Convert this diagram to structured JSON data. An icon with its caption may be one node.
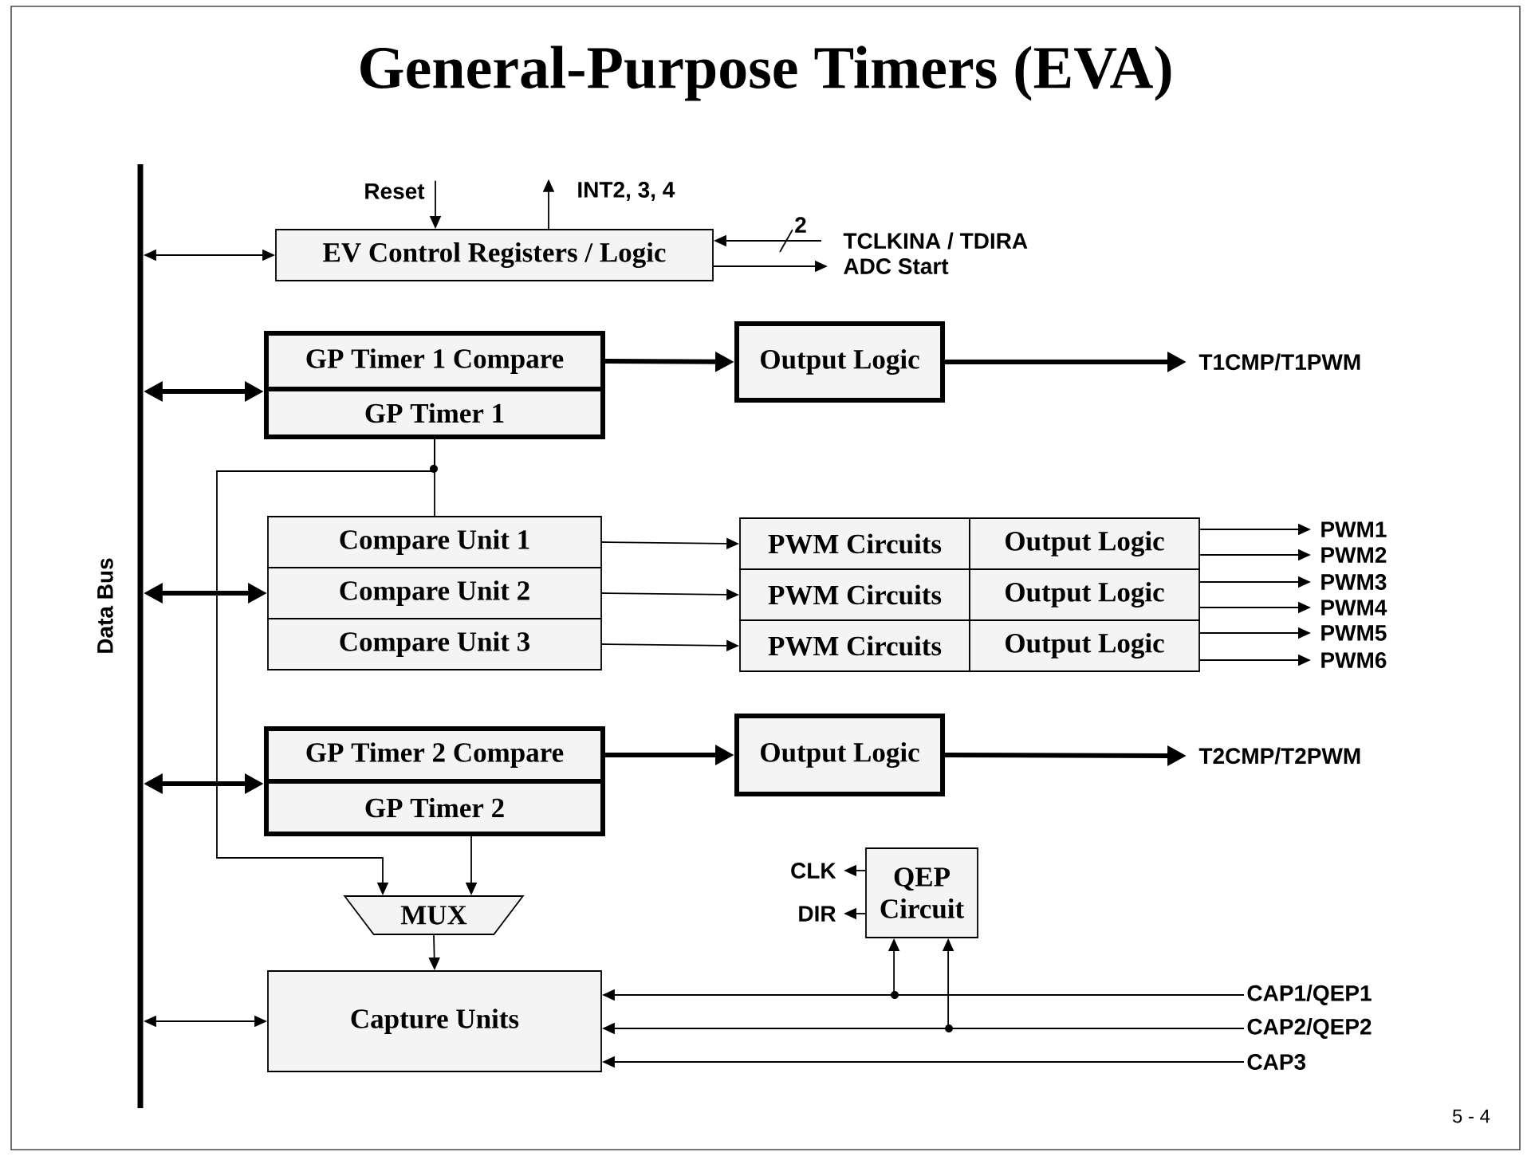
{
  "diagram": {
    "title": "General-Purpose Timers (EVA)",
    "nodes": [
      {
        "text": [
          "Data Bus"
        ]
      },
      {
        "text": [
          "EV Control Registers / Logic"
        ]
      },
      {
        "text": [
          "GP Timer 1 Compare"
        ]
      },
      {
        "text": [
          "GP Timer 1"
        ]
      },
      {
        "text": [
          "Output Logic"
        ]
      },
      {
        "text": [
          "T1CMP/T1PWM"
        ]
      },
      {
        "text": [
          "Compare Unit 1"
        ]
      },
      {
        "text": [
          "Compare Unit 2"
        ]
      },
      {
        "text": [
          "Compare Unit 3"
        ]
      },
      {
        "text": [
          "PWM Circuits"
        ]
      },
      {
        "text": [
          "Output Logic"
        ]
      },
      {
        "text": [
          "PWM Circuits"
        ]
      },
      {
        "text": [
          "Output Logic"
        ]
      },
      {
        "text": [
          "PWM Circuits"
        ]
      },
      {
        "text": [
          "Output Logic"
        ]
      },
      {
        "text": [
          "PWM1"
        ]
      },
      {
        "text": [
          "PWM2"
        ]
      },
      {
        "text": [
          "PWM3"
        ]
      },
      {
        "text": [
          "PWM4"
        ]
      },
      {
        "text": [
          "PWM5"
        ]
      },
      {
        "text": [
          "PWM6"
        ]
      },
      {
        "text": [
          "GP Timer 2 Compare"
        ]
      },
      {
        "text": [
          "GP Timer 2"
        ]
      },
      {
        "text": [
          "Output Logic"
        ]
      },
      {
        "text": [
          "T2CMP/T2PWM"
        ]
      },
      {
        "text": [
          "MUX"
        ]
      },
      {
        "text": [
          "Capture Units"
        ]
      },
      {
        "text": [
          "QEP Circuit"
        ]
      },
      {
        "text": [
          "CLK"
        ]
      },
      {
        "text": [
          "DIR"
        ]
      },
      {
        "text": [
          "CAP1/QEP1"
        ]
      },
      {
        "text": [
          "CAP2/QEP2"
        ]
      },
      {
        "text": [
          "CAP3"
        ]
      },
      {
        "text": [
          "Reset"
        ]
      },
      {
        "text": [
          "INT2, 3, 4"
        ]
      },
      {
        "text": [
          "TCLKINA / TDIRA"
        ]
      },
      {
        "text": [
          "ADC Start"
        ]
      }
    ],
    "edges": [
      {
        "from": 0,
        "to": 1,
        "arrow": "both"
      },
      {
        "from": 0,
        "to": 2,
        "arrow": "both",
        "style": "thick"
      },
      {
        "from": 0,
        "to": 7,
        "arrow": "both",
        "style": "thick"
      },
      {
        "from": 0,
        "to": 21,
        "arrow": "both",
        "style": "thick"
      },
      {
        "from": 0,
        "to": 26,
        "arrow": "both"
      },
      {
        "from": 33,
        "to": 1,
        "arrow": "to"
      },
      {
        "from": 1,
        "to": 34,
        "arrow": "to"
      },
      {
        "from": 35,
        "to": 1,
        "arrow": "to",
        "label": "2"
      },
      {
        "from": 1,
        "to": 36,
        "arrow": "to"
      },
      {
        "from": 2,
        "to": 4,
        "arrow": "to",
        "style": "thick"
      },
      {
        "from": 4,
        "to": 5,
        "arrow": "to",
        "style": "thick"
      },
      {
        "from": 3,
        "to": 6,
        "arrow": "none"
      },
      {
        "from": 3,
        "to": 25,
        "arrow": "to"
      },
      {
        "from": 6,
        "to": 9,
        "arrow": "to"
      },
      {
        "from": 7,
        "to": 11,
        "arrow": "to"
      },
      {
        "from": 8,
        "to": 13,
        "arrow": "to"
      },
      {
        "from": 10,
        "to": 15,
        "arrow": "to"
      },
      {
        "from": 10,
        "to": 16,
        "arrow": "to"
      },
      {
        "from": 12,
        "to": 17,
        "arrow": "to"
      },
      {
        "from": 12,
        "to": 18,
        "arrow": "to"
      },
      {
        "from": 14,
        "to": 19,
        "arrow": "to"
      },
      {
        "from": 14,
        "to": 20,
        "arrow": "to"
      },
      {
        "from": 21,
        "to": 23,
        "arrow": "to",
        "style": "thick"
      },
      {
        "from": 23,
        "to": 24,
        "arrow": "to",
        "style": "thick"
      },
      {
        "from": 22,
        "to": 25,
        "arrow": "to"
      },
      {
        "from": 25,
        "to": 26,
        "arrow": "to"
      },
      {
        "from": 27,
        "to": 28,
        "arrow": "to"
      },
      {
        "from": 27,
        "to": 29,
        "arrow": "to"
      },
      {
        "from": 30,
        "to": 26,
        "arrow": "to"
      },
      {
        "from": 31,
        "to": 26,
        "arrow": "to"
      },
      {
        "from": 32,
        "to": 26,
        "arrow": "to"
      },
      {
        "from": 30,
        "to": 27,
        "arrow": "to"
      },
      {
        "from": 31,
        "to": 27,
        "arrow": "to"
      }
    ],
    "labels": [
      "5 - 4"
    ]
  }
}
